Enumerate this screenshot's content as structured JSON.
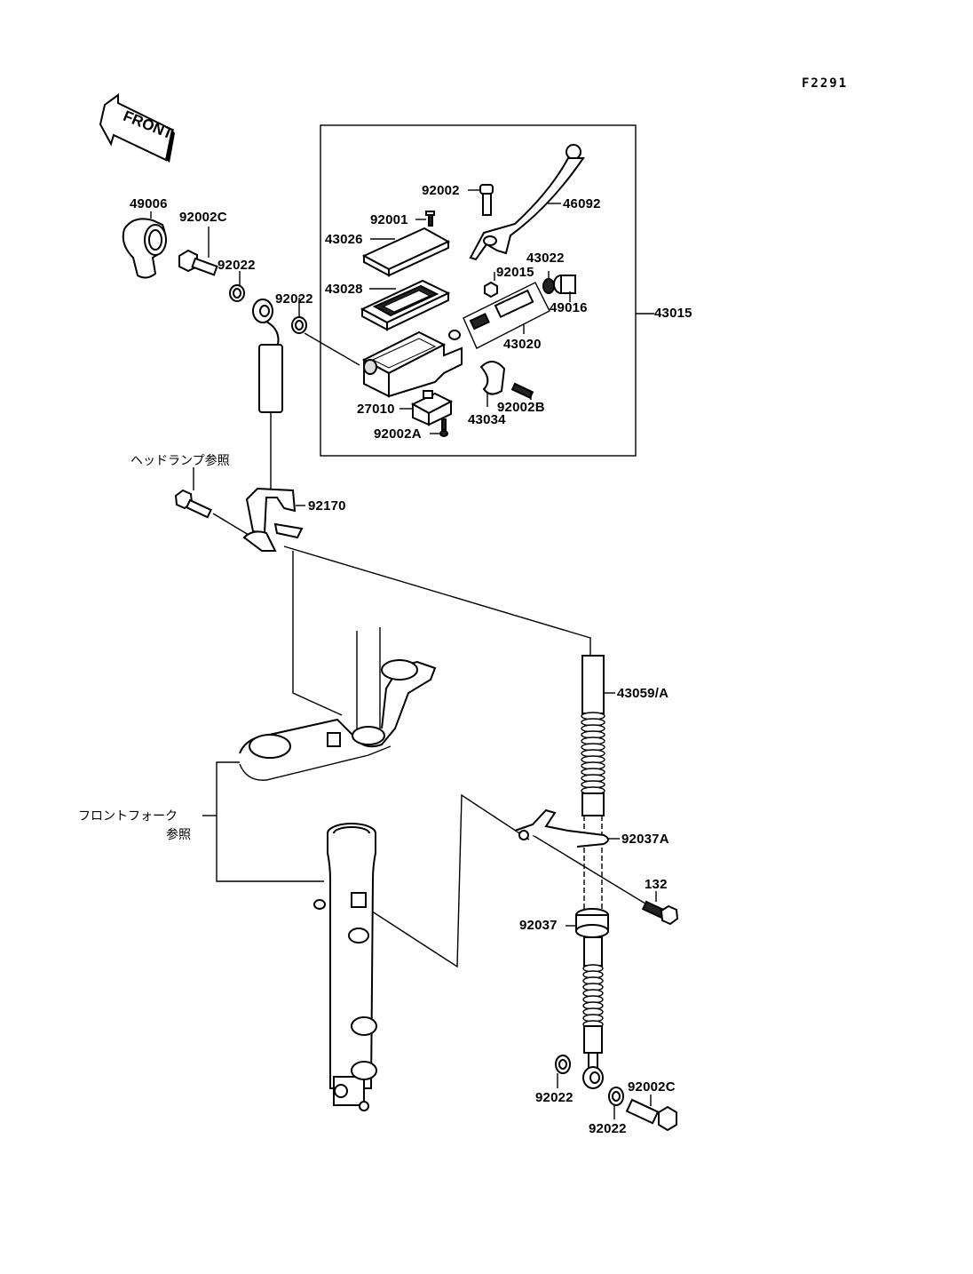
{
  "diagram": {
    "figure_code": "F2291",
    "front_arrow_label": "FRONT",
    "assembly_box_label": "43015",
    "parts": {
      "p49006": "49006",
      "p92002C_top": "92002C",
      "p92022_a": "92022",
      "p92022_b": "92022",
      "p92002": "92002",
      "p46092": "46092",
      "p92001": "92001",
      "p43026": "43026",
      "p43028": "43028",
      "p43022": "43022",
      "p92015": "92015",
      "p49016": "49016",
      "p43020": "43020",
      "p27010": "27010",
      "p43034": "43034",
      "p92002B": "92002B",
      "p92002A": "92002A",
      "p92170": "92170",
      "p43059A": "43059/A",
      "p92037A": "92037A",
      "p132": "132",
      "p92037": "92037",
      "p92022_c": "92022",
      "p92022_d": "92022",
      "p92002C_bottom": "92002C"
    },
    "references": {
      "headlamp_ref": "ヘッドランプ参照",
      "front_fork_ref_line1": "フロントフォーク",
      "front_fork_ref_line2": "参照"
    }
  }
}
